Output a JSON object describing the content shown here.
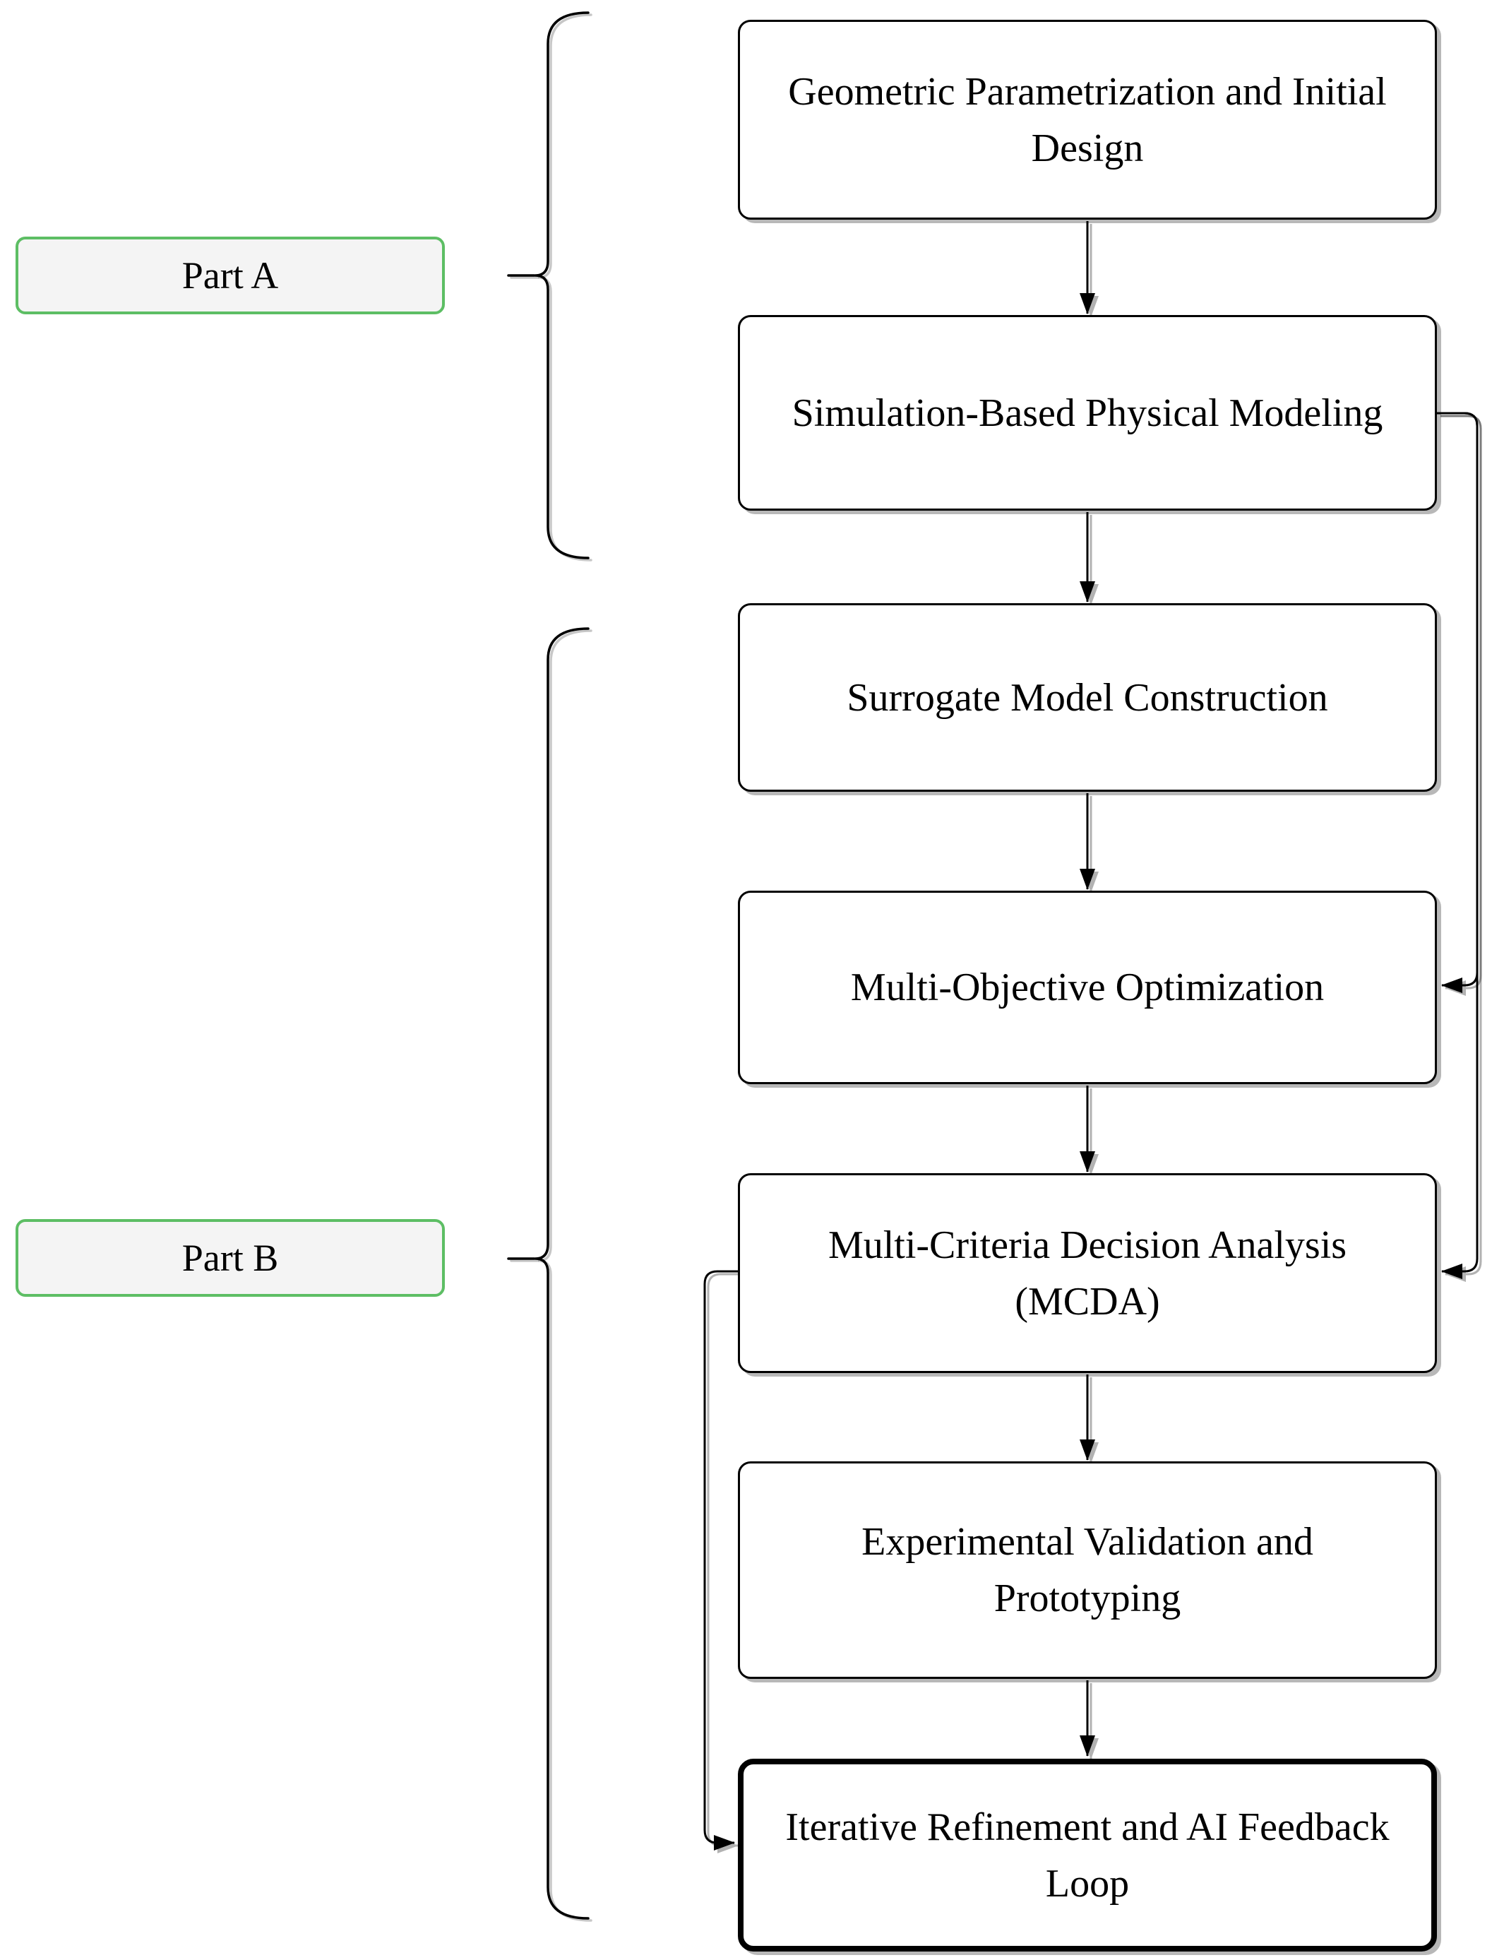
{
  "diagram": {
    "part_labels": [
      {
        "label": "Part A"
      },
      {
        "label": "Part B"
      }
    ],
    "boxes": [
      {
        "label": "Geometric Parametrization and Initial Design",
        "lines": [
          "Geometric Parametrization and Initial",
          "Design"
        ]
      },
      {
        "label": "Simulation-Based Physical Modeling",
        "lines": [
          "Simulation-Based Physical Modeling"
        ]
      },
      {
        "label": "Surrogate Model Construction",
        "lines": [
          "Surrogate Model Construction"
        ]
      },
      {
        "label": "Multi-Objective Optimization",
        "lines": [
          "Multi-Objective Optimization"
        ]
      },
      {
        "label": "Multi-Criteria Decision Analysis (MCDA)",
        "lines": [
          "Multi-Criteria Decision Analysis",
          "(MCDA)"
        ]
      },
      {
        "label": "Experimental Validation and Prototyping",
        "lines": [
          "Experimental Validation and",
          "Prototyping"
        ]
      },
      {
        "label": "Iterative Refinement and AI Feedback Loop",
        "lines": [
          "Iterative Refinement and AI Feedback",
          "Loop"
        ]
      }
    ],
    "colors": {
      "part_label_border": "#5dbe64",
      "part_label_fill": "#f4f4f4",
      "box_border": "#000000",
      "box_fill": "#ffffff",
      "connector": "#000000"
    }
  }
}
